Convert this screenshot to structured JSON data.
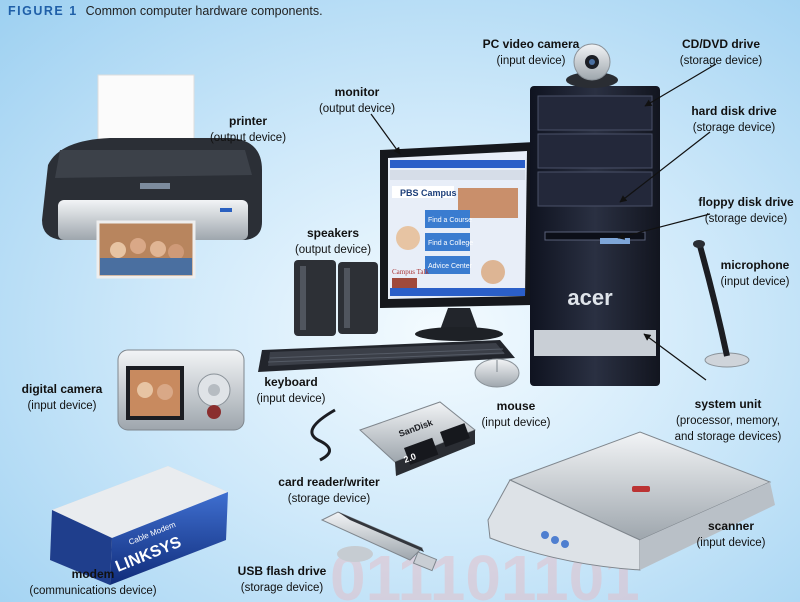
{
  "figure": {
    "number": "FIGURE 1",
    "title": "Common computer hardware components."
  },
  "labels": {
    "pc_camera": {
      "name": "PC video camera",
      "desc": "(input device)"
    },
    "cd_drive": {
      "name": "CD/DVD drive",
      "desc": "(storage device)"
    },
    "hard_disk": {
      "name": "hard disk drive",
      "desc": "(storage device)"
    },
    "floppy": {
      "name": "floppy disk drive",
      "desc": "(storage device)"
    },
    "monitor": {
      "name": "monitor",
      "desc": "(output device)"
    },
    "printer": {
      "name": "printer",
      "desc": "(output device)"
    },
    "speakers": {
      "name": "speakers",
      "desc": "(output device)"
    },
    "microphone": {
      "name": "microphone",
      "desc": "(input device)"
    },
    "digital_camera": {
      "name": "digital camera",
      "desc": "(input device)"
    },
    "keyboard": {
      "name": "keyboard",
      "desc": "(input device)"
    },
    "mouse": {
      "name": "mouse",
      "desc": "(input device)"
    },
    "system_unit": {
      "name": "system unit",
      "desc1": "(processor, memory,",
      "desc2": "and storage devices)"
    },
    "card_reader": {
      "name": "card reader/writer",
      "desc": "(storage device)"
    },
    "scanner": {
      "name": "scanner",
      "desc": "(input device)"
    },
    "modem": {
      "name": "modem",
      "desc": "(communications device)"
    },
    "usb": {
      "name": "USB flash drive",
      "desc": "(storage device)"
    }
  },
  "device_text": {
    "tower_brand": "acer",
    "screen_title": "PBS Campus",
    "screen_buttons": [
      "Find a Course",
      "Find a College",
      "Advice Center"
    ],
    "screen_side": "Campus Talk",
    "card_brand": "SanDisk",
    "card_size": "2.0",
    "modem_brand": "LINKSYS",
    "modem_label": "Cable Modem"
  },
  "colors": {
    "accent": "#1f5fa8",
    "tower": "#1e2230",
    "screen_bg": "#e8eef8",
    "screen_btn": "#3a7cd0"
  }
}
